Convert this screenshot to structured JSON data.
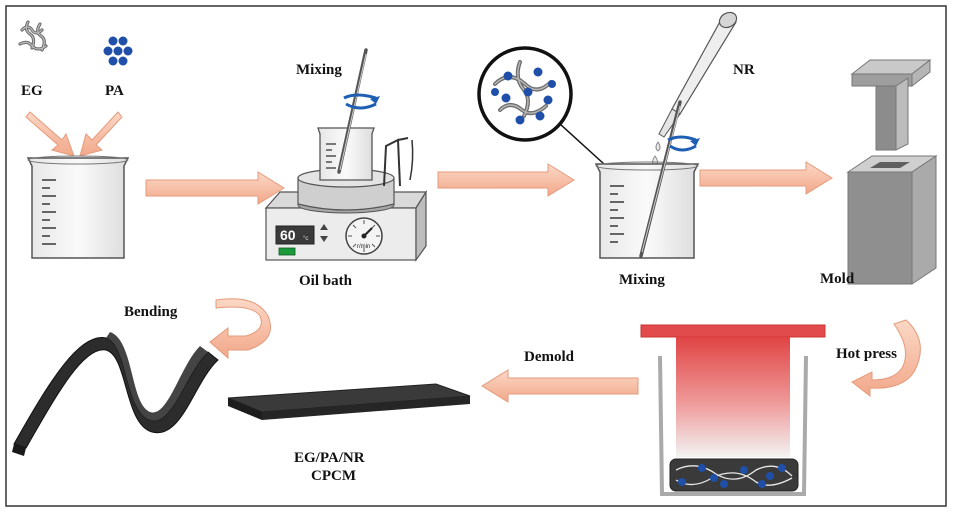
{
  "labels": {
    "eg": "EG",
    "pa": "PA",
    "mixing_top": "Mixing",
    "oil_bath": "Oil bath",
    "nr": "NR",
    "mixing_right": "Mixing",
    "mold": "Mold",
    "hot_press": "Hot press",
    "demold": "Demold",
    "bending": "Bending",
    "product_line1": "EG/PA/NR",
    "product_line2": "CPCM"
  },
  "hotplate": {
    "display_value": "60",
    "display_unit": "°c",
    "dial_unit": "r/min"
  },
  "colors": {
    "arrow_fill": "#f6bea4",
    "arrow_stroke": "#e59a7a",
    "rotation_arrow": "#1e5fb3",
    "particle": "#1f4fa8",
    "press_top": "#e24b4b",
    "mold_gray": "#8f8f8f",
    "sheet": "#2b2b2b"
  }
}
